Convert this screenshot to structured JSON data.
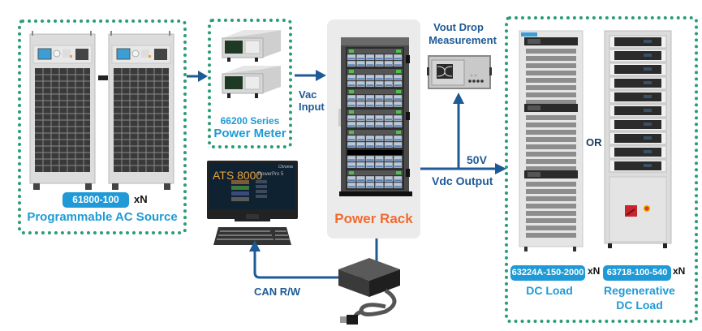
{
  "colors": {
    "accent_blue": "#1f9ad6",
    "arrow_blue": "#1d5a96",
    "dotted_green": "#2a9d74",
    "rack_orange": "#f26a2e",
    "rack_panel_bg": "#ebebeb"
  },
  "ac_source": {
    "model_chip": "61800-100",
    "multiplier": "xN",
    "label": "Programmable AC Source",
    "units": 2
  },
  "power_meter": {
    "series": "66200 Series",
    "label": "Power Meter"
  },
  "vac_input": {
    "line1": "Vac",
    "line2": "Input"
  },
  "power_rack": {
    "label": "Power Rack"
  },
  "vout_drop": {
    "line1": "Vout Drop",
    "line2": "Measurement"
  },
  "vdc_output": {
    "voltage": "50V",
    "label": "Vdc Output"
  },
  "or_label": "OR",
  "dc_load": {
    "model_chip": "63224A-150-2000",
    "multiplier": "xN",
    "label": "DC Load"
  },
  "regen_load": {
    "model_chip": "63718-100-540",
    "multiplier": "xN",
    "label_line1": "Regenerative",
    "label_line2": "DC Load"
  },
  "computer": {
    "screen_title": "ATS 8000",
    "screen_subtitle": "PowerPro 5",
    "brand": "Chroma"
  },
  "can_label": "CAN R/W",
  "brand_small": "Chroma"
}
